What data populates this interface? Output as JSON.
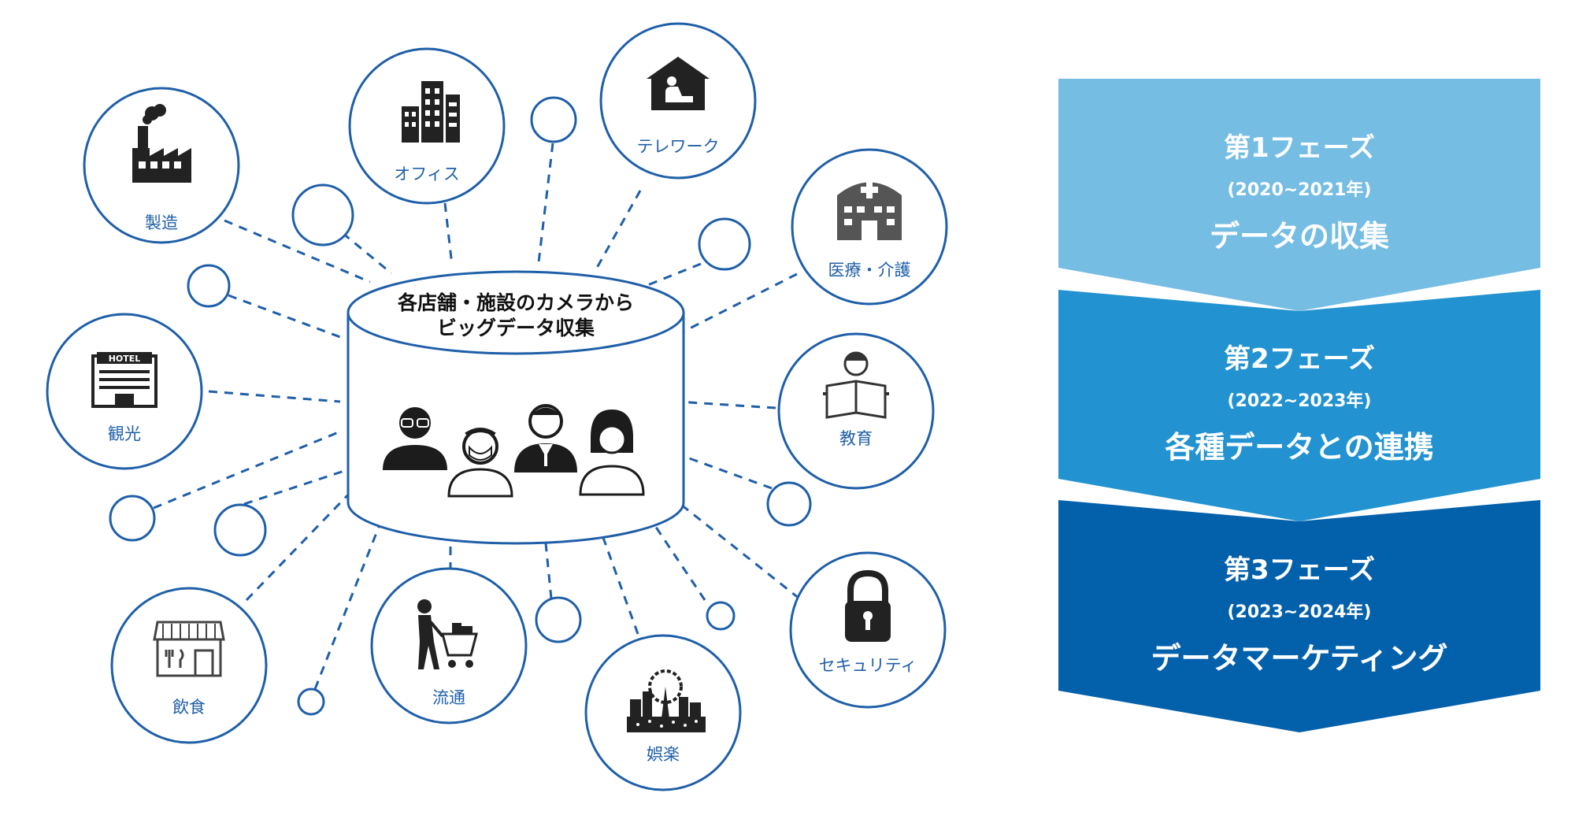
{
  "hub": {
    "title_line1": "各店舗・施設のカメラから",
    "title_line2": "ビッグデータ収集"
  },
  "nodes": [
    {
      "key": "manufacturing",
      "label": "製造",
      "icon": "factory-icon"
    },
    {
      "key": "office",
      "label": "オフィス",
      "icon": "office-building-icon"
    },
    {
      "key": "telework",
      "label": "テレワーク",
      "icon": "home-telework-icon"
    },
    {
      "key": "medical",
      "label": "医療・介護",
      "icon": "hospital-icon"
    },
    {
      "key": "tourism",
      "label": "観光",
      "icon": "hotel-icon"
    },
    {
      "key": "education",
      "label": "教育",
      "icon": "reading-student-icon"
    },
    {
      "key": "dining",
      "label": "飲食",
      "icon": "restaurant-storefront-icon"
    },
    {
      "key": "distribution",
      "label": "流通",
      "icon": "shopping-cart-icon"
    },
    {
      "key": "entertainment",
      "label": "娯楽",
      "icon": "amusement-park-icon"
    },
    {
      "key": "security",
      "label": "セキュリティ",
      "icon": "padlock-icon"
    }
  ],
  "hotel_sign": "HOTEL",
  "phases": [
    {
      "title": "第1フェーズ",
      "years": "(2020~2021年)",
      "desc": "データの収集",
      "color": "#76bde3"
    },
    {
      "title": "第2フェーズ",
      "years": "(2022~2023年)",
      "desc": "各種データとの連携",
      "color": "#2293d0"
    },
    {
      "title": "第3フェーズ",
      "years": "(2023~2024年)",
      "desc": "データマーケティング",
      "color": "#0360ab"
    }
  ],
  "colors": {
    "line": "#1f5fa8",
    "icon": "#222222"
  }
}
